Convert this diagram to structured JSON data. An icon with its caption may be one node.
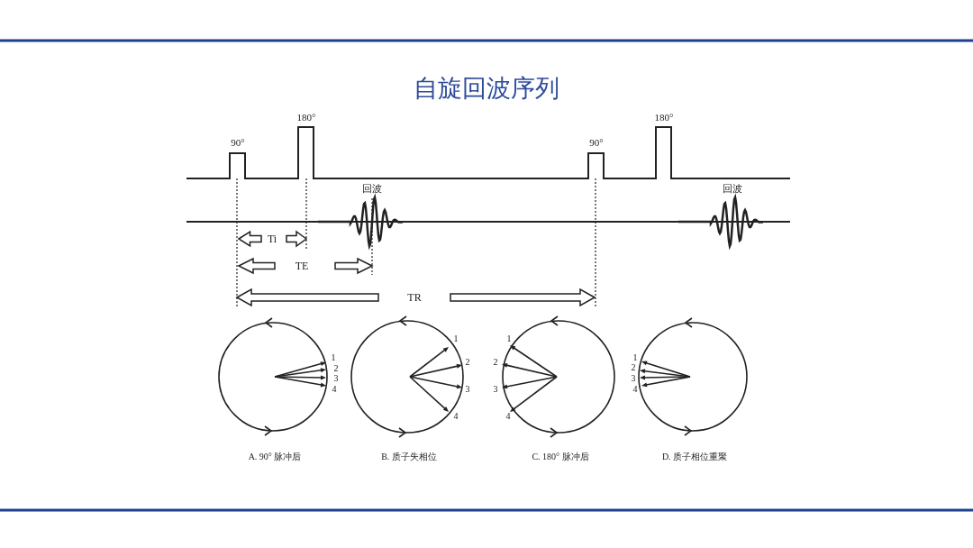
{
  "diagram": {
    "title": "自旋回波序列",
    "labels": [
      "180°",
      "180°",
      "90°",
      "90°",
      "回波",
      "回波",
      "Ti",
      "TE",
      "TR",
      "1",
      "2",
      "3",
      "4",
      "1",
      "2",
      "3",
      "4",
      "1",
      "2",
      "3",
      "4",
      "1",
      "2",
      "3",
      "4",
      "A. 90° 脉冲后",
      "B. 质子失相位",
      "C. 180° 脉冲后",
      "D. 质子相位重聚"
    ]
  }
}
